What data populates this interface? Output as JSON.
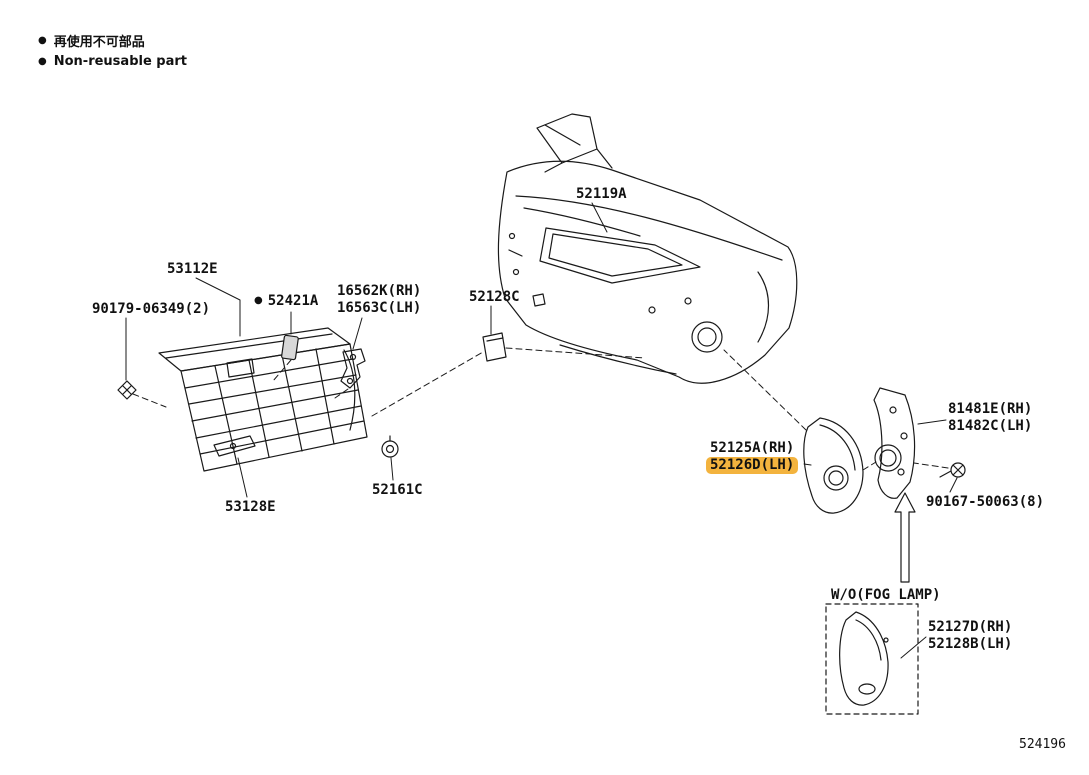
{
  "page": {
    "background_color": "#ffffff",
    "line_color": "#1a1a1a",
    "diagram_code": "524196"
  },
  "legend": {
    "bullet": "●",
    "non_reusable_jp": "再使用不可部品",
    "non_reusable_en": "Non-reusable part"
  },
  "callouts": {
    "grille": "53112E",
    "grille_screw": "90179-06349(2)",
    "cushion": "52421A",
    "hood_lock_bracket_rh": "16562K(RH)",
    "hood_lock_bracket_lh": "16563C(LH)",
    "seal": "52128C",
    "bumper_cover": "52119A",
    "fog_bezel_rh": "52125A(RH)",
    "fog_bezel_lh": "52126D(LH)",
    "retainer_rh": "81481E(RH)",
    "retainer_lh": "81482C(LH)",
    "screw": "90167-50063(8)",
    "grommet": "52161C",
    "lower_bracket": "53128E",
    "variant_note": "W/O(FOG LAMP)",
    "variant_bezel_rh": "52127D(RH)",
    "variant_bezel_lh": "52128B(LH)"
  },
  "highlight": {
    "part": "52126D(LH)",
    "color": "#f3b33e"
  }
}
